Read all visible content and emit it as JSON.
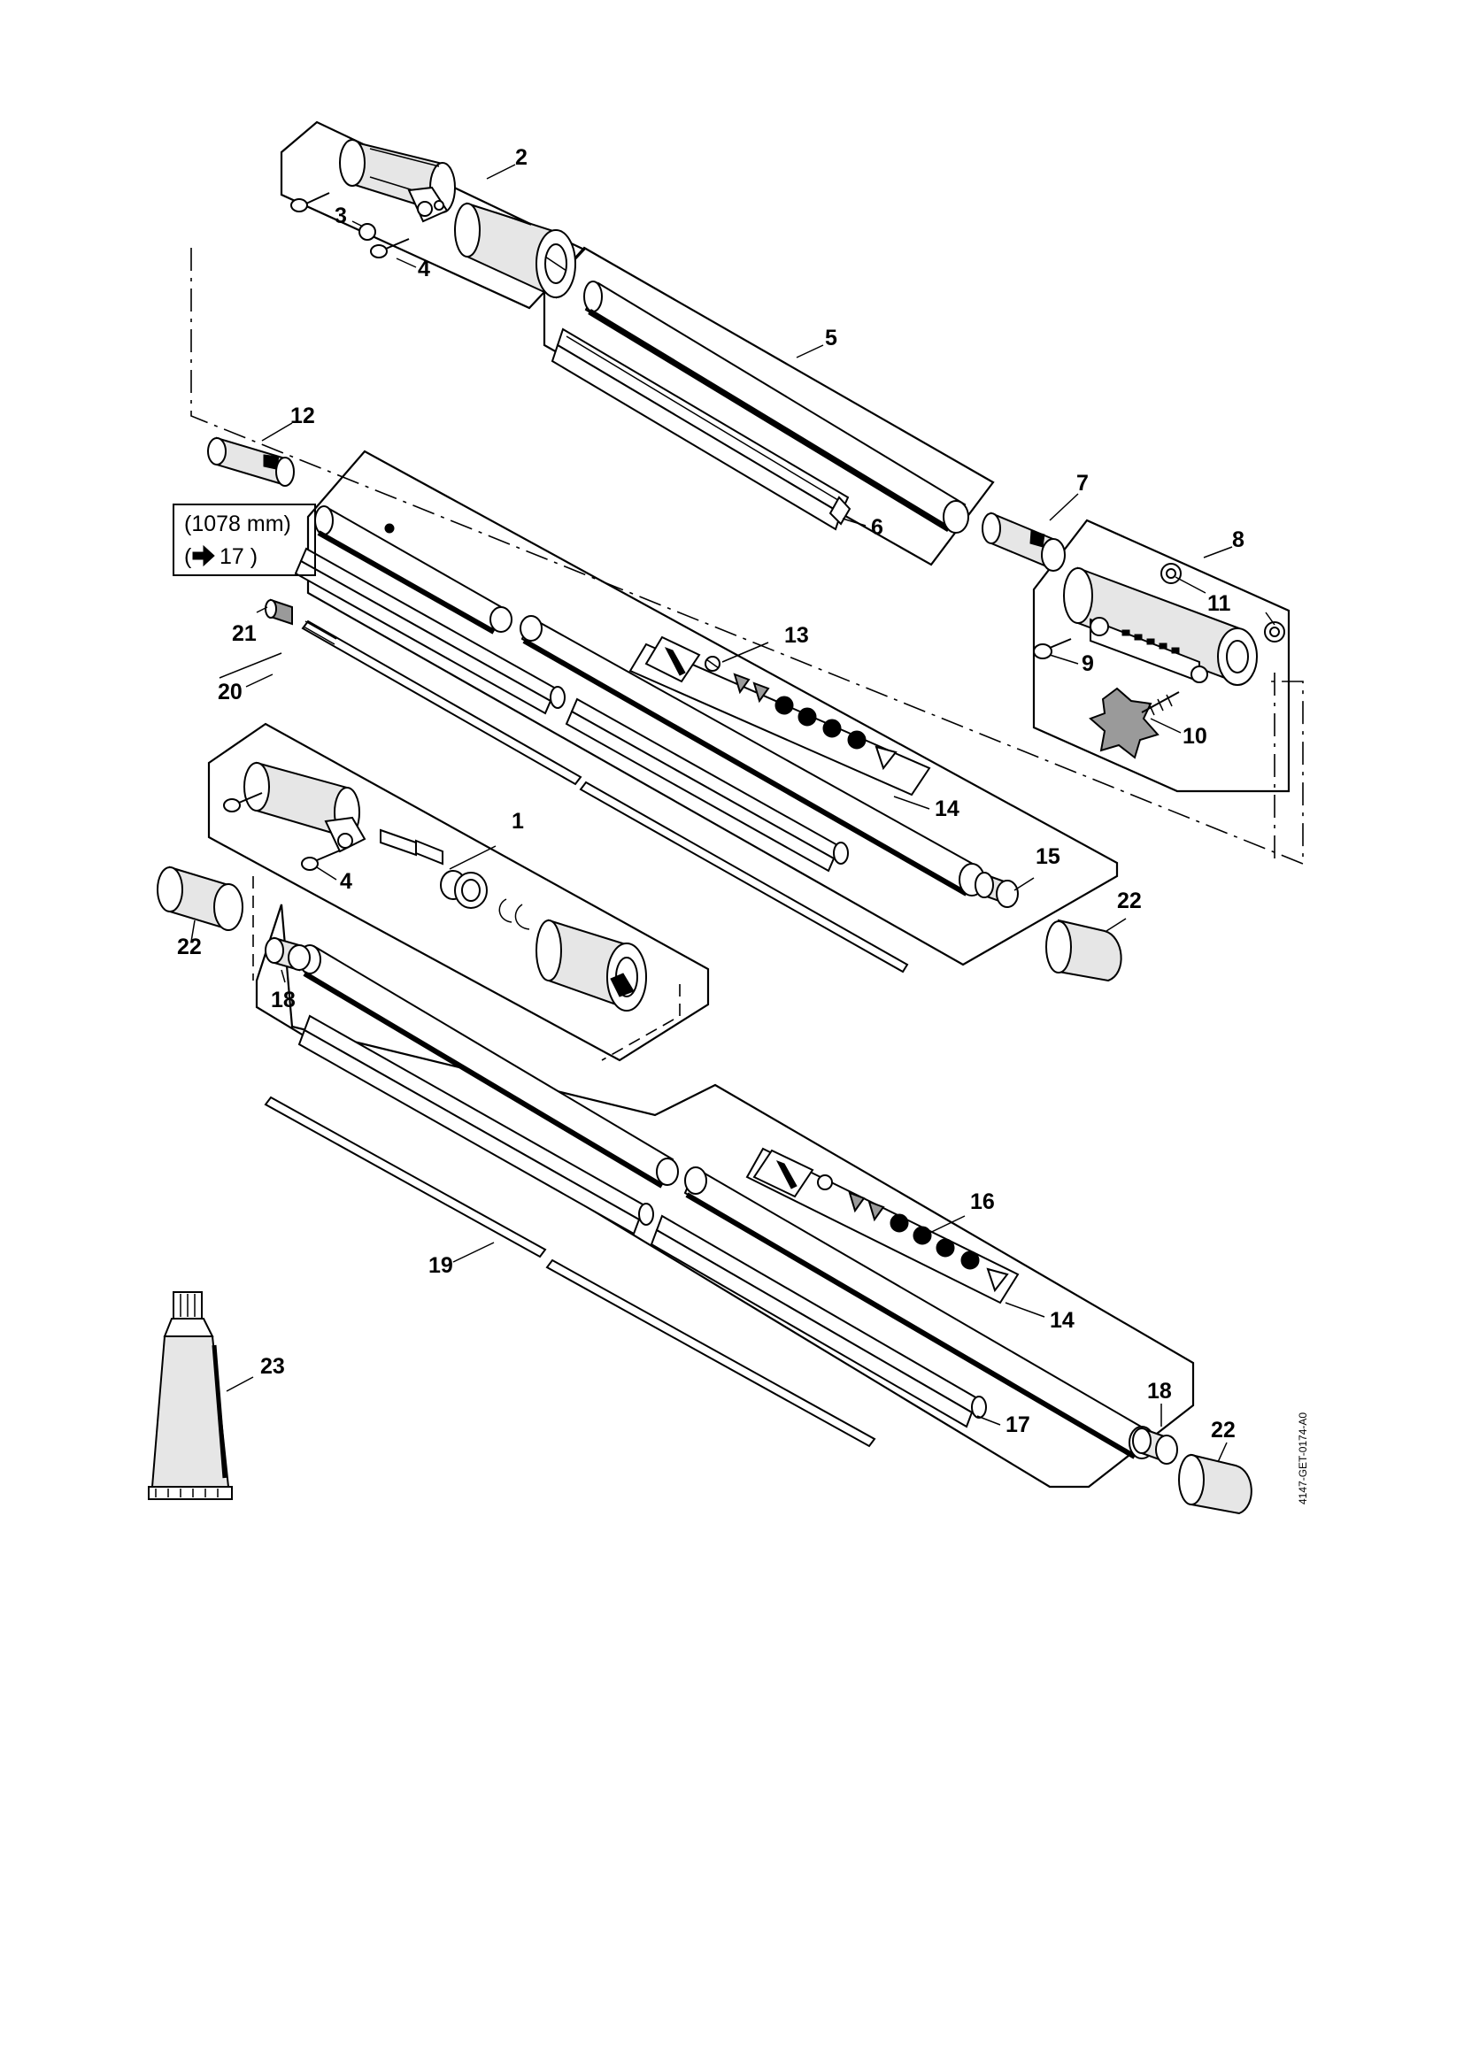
{
  "callouts": {
    "c1": "1",
    "c2": "2",
    "c3": "3",
    "c4a": "4",
    "c4b": "4",
    "c5": "5",
    "c6": "6",
    "c7": "7",
    "c8": "8",
    "c9": "9",
    "c10": "10",
    "c11": "11",
    "c12": "12",
    "c13": "13",
    "c14a": "14",
    "c14b": "14",
    "c15": "15",
    "c16": "16",
    "c17": "17",
    "c18a": "18",
    "c18b": "18",
    "c19": "19",
    "c20": "20",
    "c21": "21",
    "c22a": "22",
    "c22b": "22",
    "c22c": "22",
    "c23": "23"
  },
  "note": {
    "length": "(1078 mm)",
    "ref": "17 )",
    "ref_open": "("
  },
  "drawing_code": "4147-GET-0174-A0",
  "icons": [
    "arrow-right-icon",
    "warning-triangle-icon",
    "safety-circle-icon"
  ]
}
